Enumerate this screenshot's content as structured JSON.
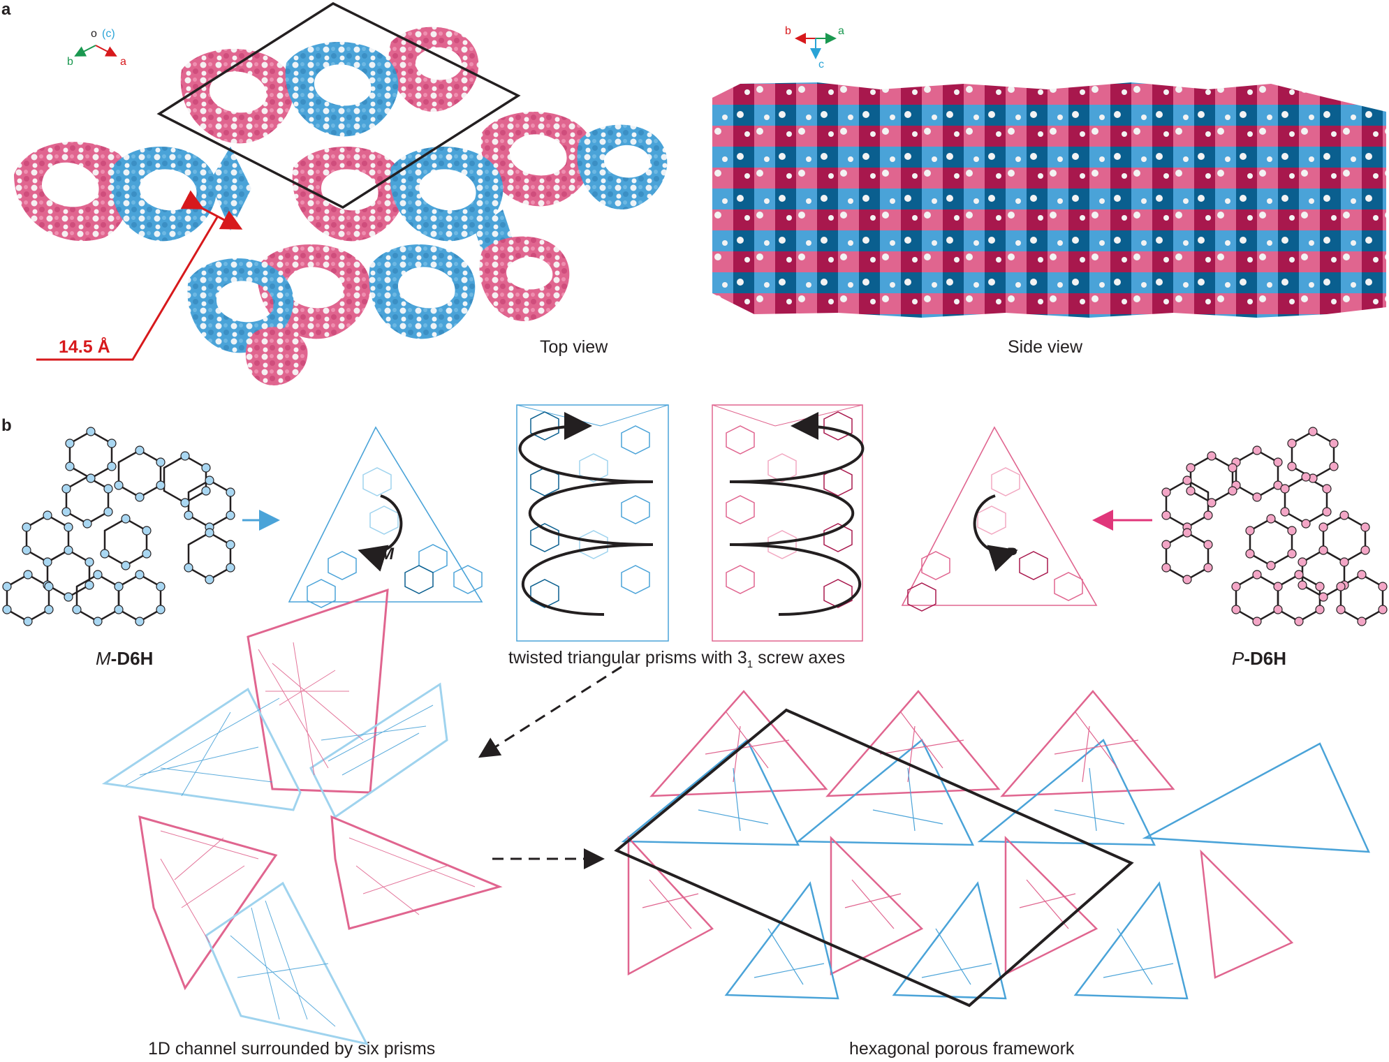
{
  "panel_a": {
    "label": "a",
    "top_view_caption": "Top view",
    "side_view_caption": "Side view",
    "pore_size_label": "14.5 Å",
    "top_axes": {
      "origin": "o",
      "c_axis": "(c)",
      "b_axis": "b",
      "a_axis": "a"
    },
    "side_axes": {
      "b_axis": "b",
      "a_axis": "a",
      "c_axis": "c"
    }
  },
  "panel_b": {
    "label": "b",
    "m_molecule_prefix": "M",
    "m_molecule_name": "-D6H",
    "p_molecule_prefix": "P",
    "p_molecule_name": "-D6H",
    "m_helicity": "M",
    "p_helicity": "P",
    "prism_caption_main": "twisted triangular prisms with 3",
    "prism_caption_sub": "1",
    "prism_caption_end": " screw axes",
    "channel_caption": "1D channel surrounded by six prisms",
    "framework_caption": "hexagonal porous framework"
  },
  "colors": {
    "blue": "#4aa3d8",
    "dark_blue": "#0a5f8f",
    "light_blue": "#9fd3ee",
    "pink": "#e0658f",
    "dark_pink": "#a8184d",
    "light_pink": "#f2a9c2",
    "red": "#d7191c",
    "green": "#1a9850",
    "black": "#231f20"
  }
}
